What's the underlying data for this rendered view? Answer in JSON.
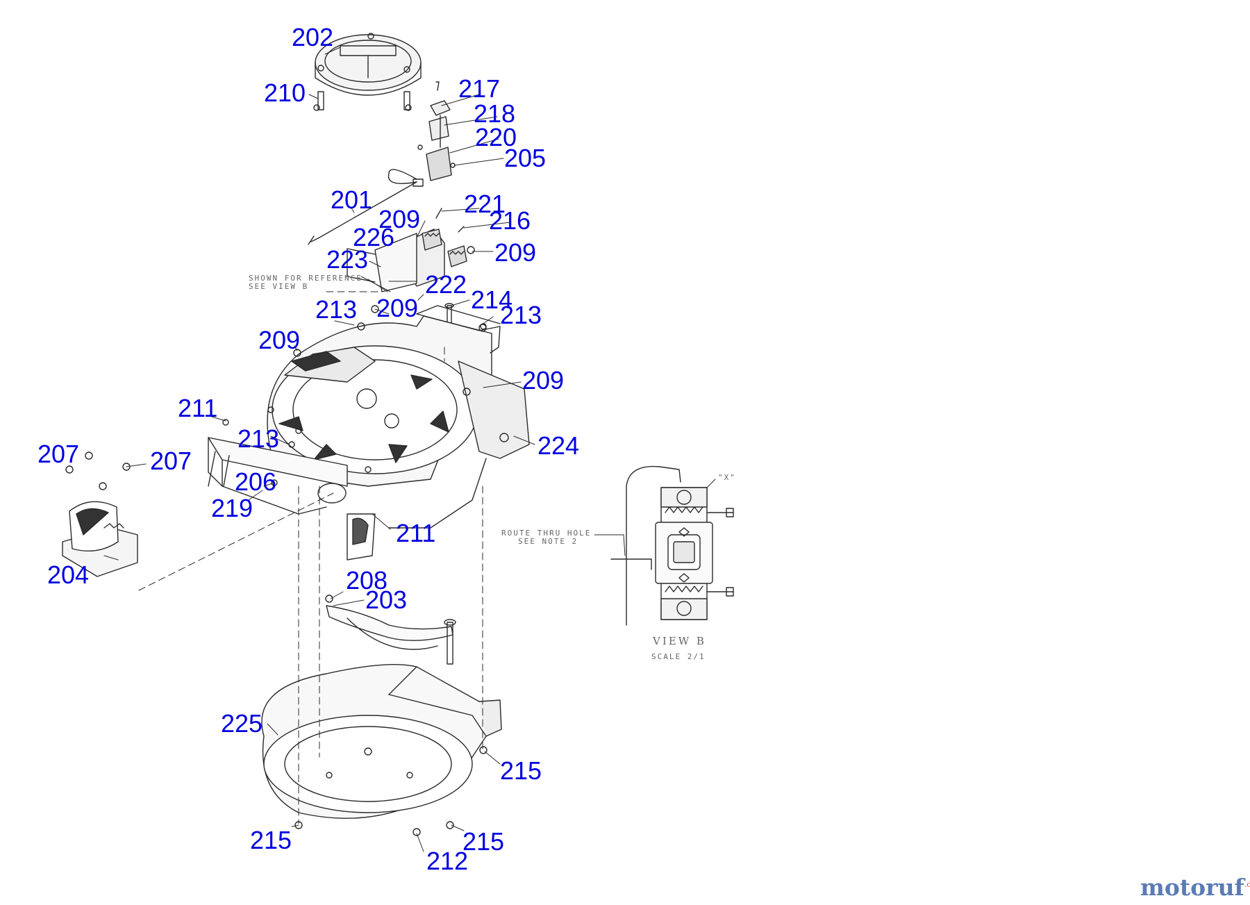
{
  "colors": {
    "callout": "#0000e0",
    "line": "#2a2a2a",
    "note": "#666666",
    "watermark_main": "#5b7bb4",
    "watermark_accent": "#d94b3a"
  },
  "callouts": {
    "c202": "202",
    "c210": "210",
    "c217": "217",
    "c218": "218",
    "c220": "220",
    "c205": "205",
    "c201": "201",
    "c221": "221",
    "c209a": "209",
    "c216": "216",
    "c226": "226",
    "c209b": "209",
    "c223": "223",
    "c222": "222",
    "c214": "214",
    "c213a": "213",
    "c209c": "209",
    "c213b": "213",
    "c209d": "209",
    "c209e": "209",
    "c211a": "211",
    "c213c": "213",
    "c224": "224",
    "c207a": "207",
    "c207b": "207",
    "c206": "206",
    "c219": "219",
    "c211b": "211",
    "c204": "204",
    "c208": "208",
    "c203": "203",
    "c225": "225",
    "c215a": "215",
    "c215b": "215",
    "c215c": "215",
    "c212": "212"
  },
  "notes": {
    "ref_line1": "SHOWN FOR REFERENCE",
    "ref_line2": "SEE VIEW B",
    "route_line1": "ROUTE THRU HOLE",
    "route_line2": "SEE NOTE 2",
    "x_mark": "\"X\"",
    "view_title": "VIEW B",
    "view_scale": "SCALE 2/1"
  },
  "watermark": {
    "main": "motoruf",
    "suffix": ".de"
  }
}
